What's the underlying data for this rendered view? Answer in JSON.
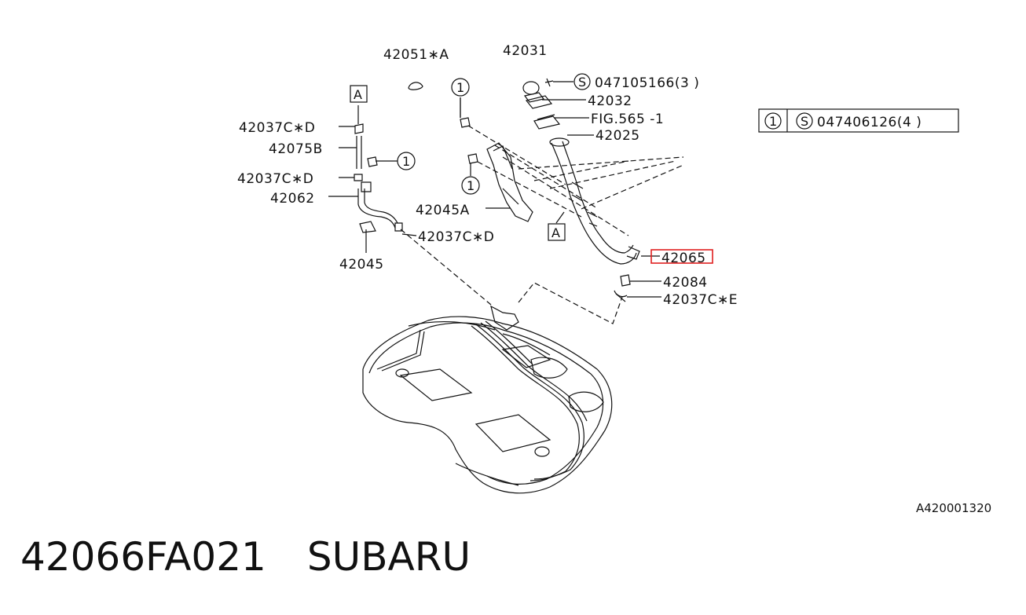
{
  "callouts": {
    "p42051A": "42051∗A",
    "p42031": "42031",
    "p047105166": "047105166(3 )",
    "p42032": "42032",
    "fig565": "FIG.565 -1",
    "p42025": "42025",
    "p42037CD_1": "42037C∗D",
    "p42075B": "42075B",
    "p42037CD_2": "42037C∗D",
    "p42062": "42062",
    "p42045A": "42045A",
    "p42037CD_3": "42037C∗D",
    "p42045": "42045",
    "p42065": "42065",
    "p42084": "42084",
    "p42037CE": "42037C∗E",
    "markA": "A",
    "circle1": "1",
    "screwS": "S"
  },
  "legend": {
    "num": "1",
    "sym": "S",
    "text": "047406126(4 )"
  },
  "reference_code": "A420001320",
  "part_number": "42066FA021",
  "brand": "SUBARU",
  "colors": {
    "line": "#111111",
    "highlight": "#e02020"
  }
}
